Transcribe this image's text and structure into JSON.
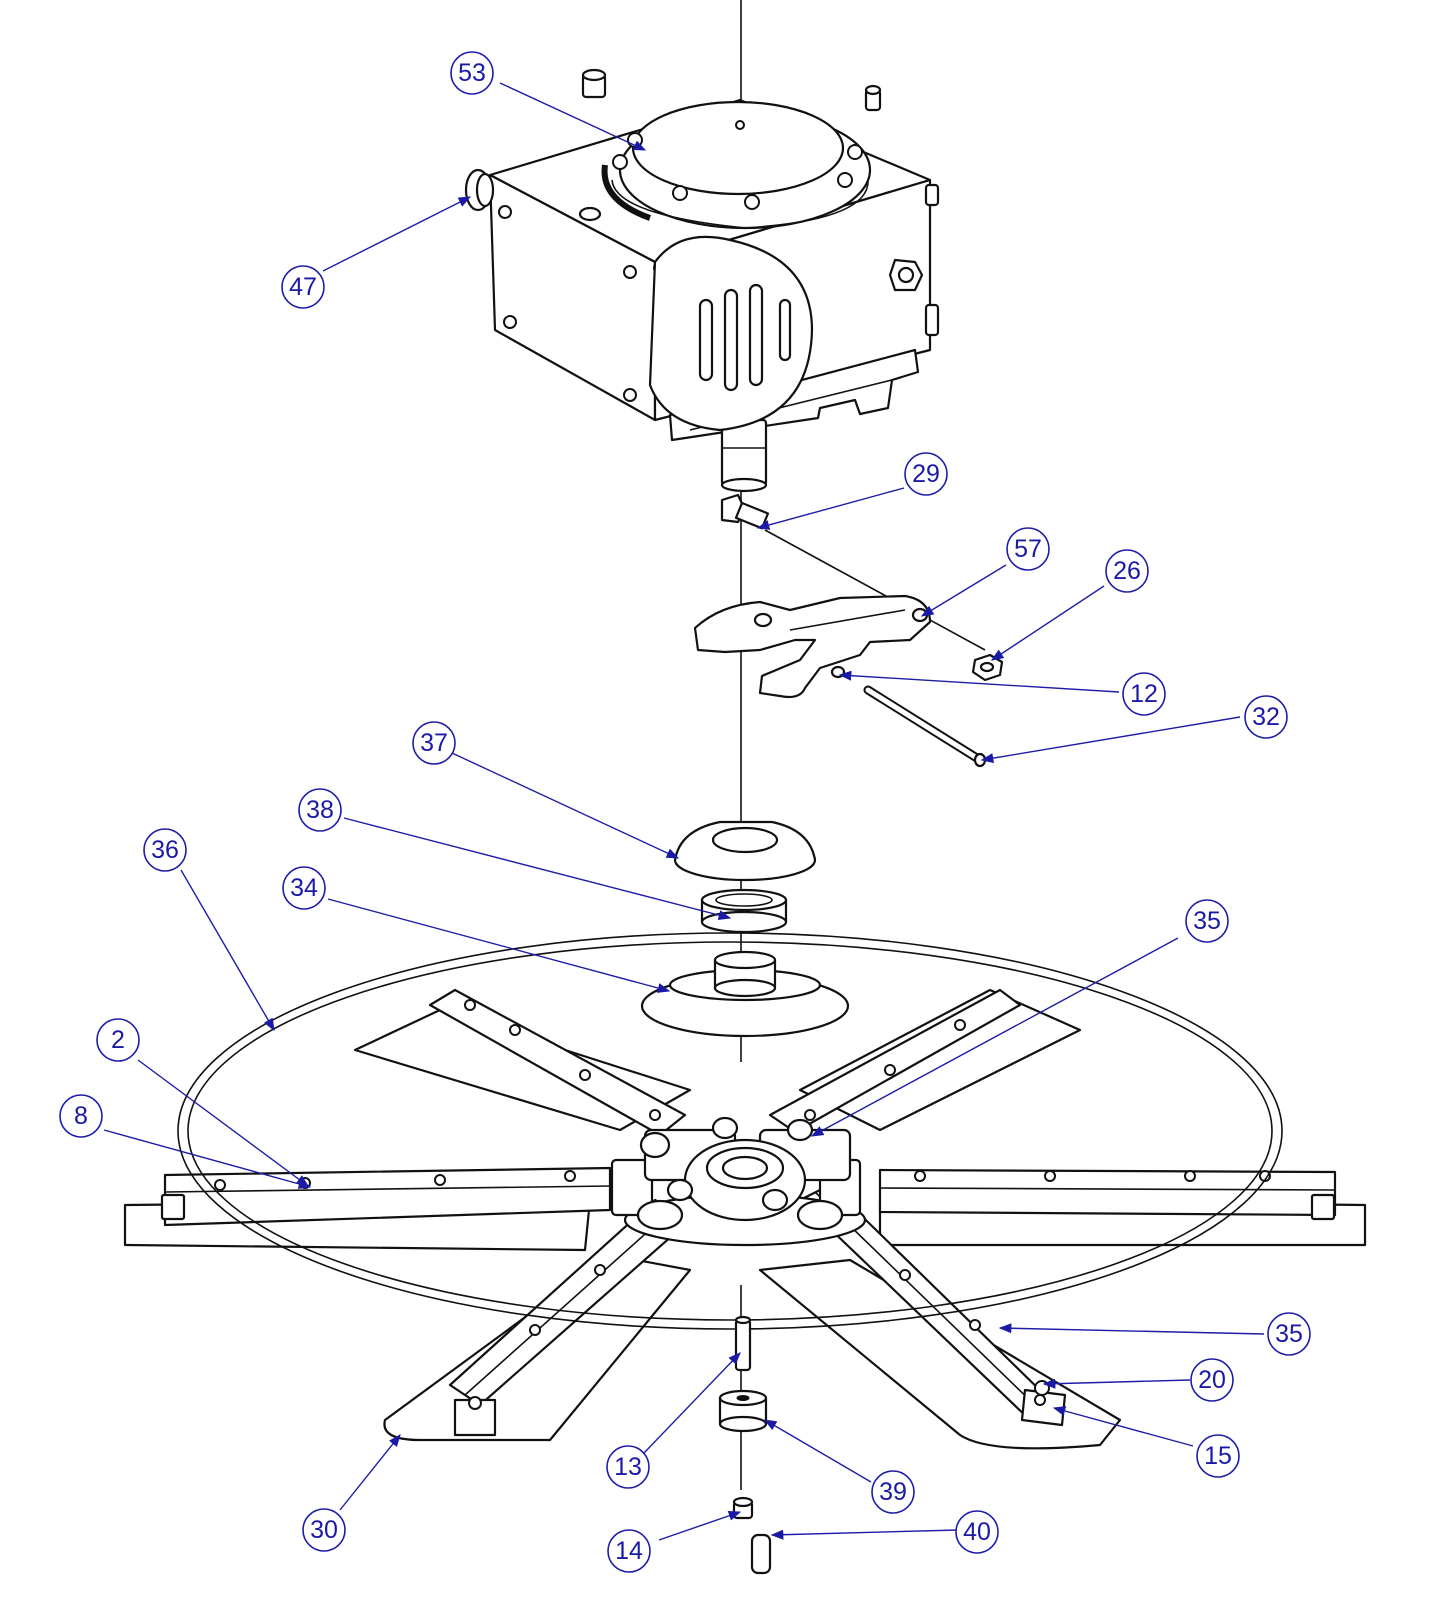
{
  "diagram": {
    "type": "exploded-parts-view",
    "accent_color": "#1a1aa6",
    "line_color": "#111111",
    "callouts": [
      {
        "id": "c53",
        "label": "53"
      },
      {
        "id": "c47",
        "label": "47"
      },
      {
        "id": "c29",
        "label": "29"
      },
      {
        "id": "c57",
        "label": "57"
      },
      {
        "id": "c26",
        "label": "26"
      },
      {
        "id": "c12",
        "label": "12"
      },
      {
        "id": "c32",
        "label": "32"
      },
      {
        "id": "c37",
        "label": "37"
      },
      {
        "id": "c38",
        "label": "38"
      },
      {
        "id": "c36",
        "label": "36"
      },
      {
        "id": "c34",
        "label": "34"
      },
      {
        "id": "c35a",
        "label": "35"
      },
      {
        "id": "c2",
        "label": "2"
      },
      {
        "id": "c8",
        "label": "8"
      },
      {
        "id": "c35b",
        "label": "35"
      },
      {
        "id": "c20",
        "label": "20"
      },
      {
        "id": "c15",
        "label": "15"
      },
      {
        "id": "c13",
        "label": "13"
      },
      {
        "id": "c39",
        "label": "39"
      },
      {
        "id": "c30",
        "label": "30"
      },
      {
        "id": "c14",
        "label": "14"
      },
      {
        "id": "c40",
        "label": "40"
      }
    ]
  }
}
